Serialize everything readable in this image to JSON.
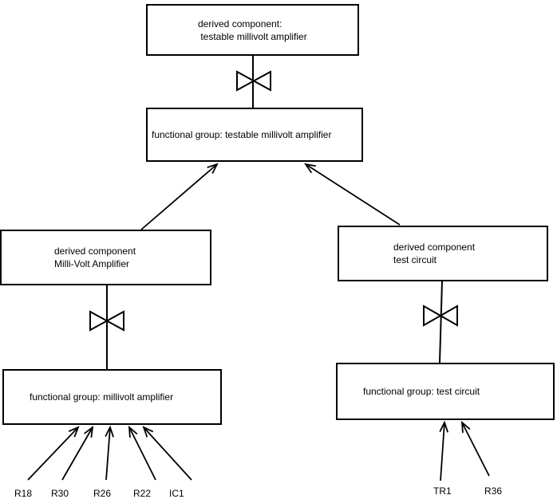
{
  "colors": {
    "background": "#ffffff",
    "line": "#000000",
    "text": "#000000"
  },
  "nodes": {
    "top_derived": {
      "line1": "derived component:",
      "line2": " testable millivolt amplifier"
    },
    "top_functional": {
      "label": "functional group: testable millivolt amplifier"
    },
    "left_derived": {
      "line1": "derived component",
      "line2": "Milli-Volt Amplifier"
    },
    "left_functional": {
      "label": "functional group: millivolt amplifier"
    },
    "right_derived": {
      "line1": "derived component",
      "line2": "test circuit"
    },
    "right_functional": {
      "label": "functional group: test circuit"
    }
  },
  "component_labels": {
    "left": [
      "R18",
      "R30",
      "R26",
      "R22",
      "IC1"
    ],
    "right": [
      "TR1",
      "R36"
    ]
  },
  "icons": {
    "decomposition_symbol": "bowtie"
  }
}
